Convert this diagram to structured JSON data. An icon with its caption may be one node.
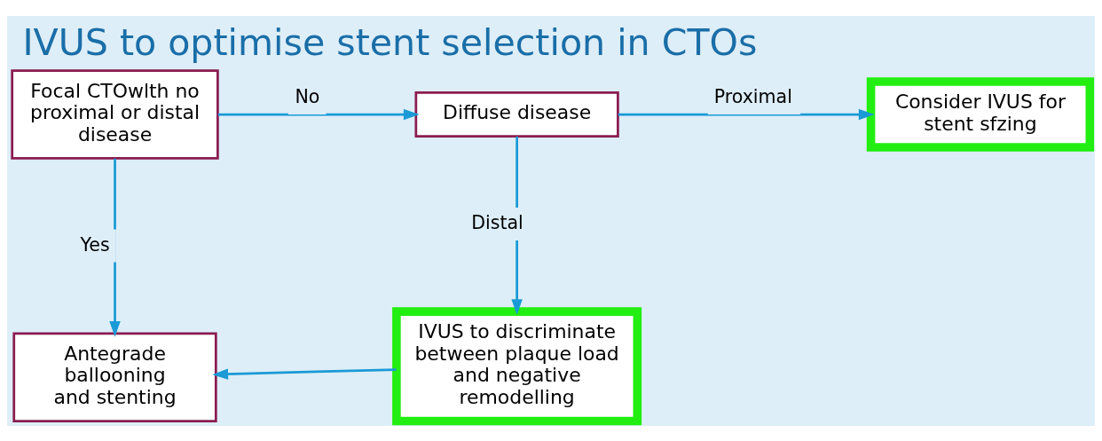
{
  "diagram": {
    "title": "IVUS to optimise stent selection in CTOs",
    "nodes": [
      {
        "text": [
          "Focal CTOwlth no proximal or distal disease"
        ]
      },
      {
        "text": [
          "Diffuse disease"
        ]
      },
      {
        "text": [
          "Consider IVUS for stent sfzing"
        ]
      },
      {
        "text": [
          "Antegrade ballooning and stenting"
        ]
      },
      {
        "text": [
          "IVUS to discriminate between plaque load and negative remodelling"
        ]
      }
    ],
    "edges": [
      {
        "from": 0,
        "to": 1,
        "arrow": "to",
        "label": "No"
      },
      {
        "from": 1,
        "to": 2,
        "arrow": "to",
        "label": "Proximal"
      },
      {
        "from": 0,
        "to": 3,
        "arrow": "to",
        "label": "Yes"
      },
      {
        "from": 1,
        "to": 4,
        "arrow": "to",
        "label": "Distal"
      },
      {
        "from": 4,
        "to": 3,
        "arrow": "to"
      }
    ]
  }
}
